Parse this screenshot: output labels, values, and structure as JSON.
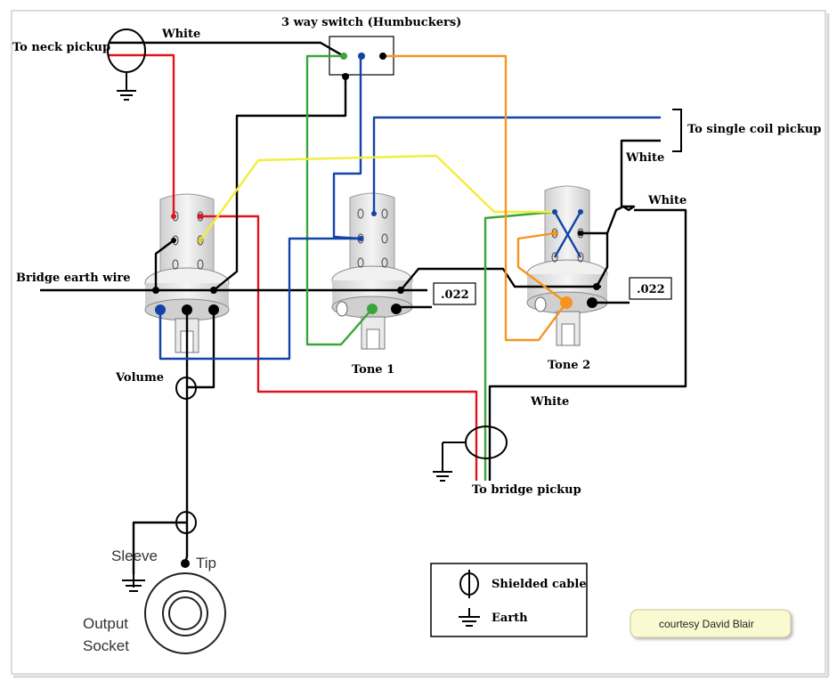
{
  "labels": {
    "switch_title": "3 way switch (Humbuckers)",
    "neck_pickup": "To neck pickup",
    "white_top": "White",
    "single_coil": "To single coil pickup",
    "white_single": "White",
    "white_tone2": "White",
    "bridge_earth": "Bridge earth wire",
    "cap1": ".022",
    "cap2": ".022",
    "tone1": "Tone 1",
    "tone2": "Tone 2",
    "volume": "Volume",
    "white_bridge": "White",
    "bridge_pickup": "To bridge pickup",
    "sleeve": "Sleeve",
    "tip": "Tip",
    "output1": "Output",
    "output2": "Socket"
  },
  "legend": {
    "shielded": "Shielded cable",
    "earth": "Earth"
  },
  "credit": "courtesy David Blair",
  "colors": {
    "red": "#e0141c",
    "black": "#000000",
    "green": "#3aa53a",
    "blue": "#1443a8",
    "yellow": "#f2ee3a",
    "orange": "#f7941d",
    "credit_bg": "#fafad0",
    "frame": "#b9b9b9"
  }
}
